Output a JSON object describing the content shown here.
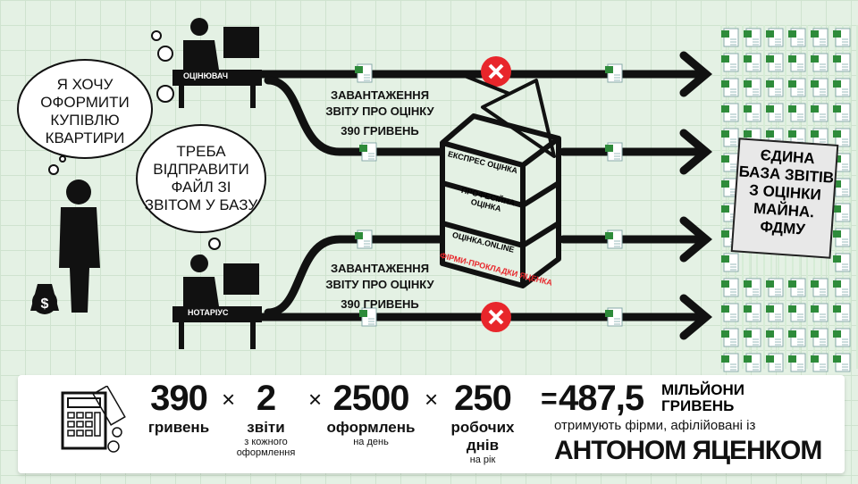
{
  "bubbles": {
    "client": "Я ХОЧУ ОФОРМИТИ КУПІВЛЮ КВАРТИРИ",
    "thought": "ТРЕБА ВІДПРАВИТИ ФАЙЛ ЗІ ЗВІТОМ У БАЗУ"
  },
  "roles": {
    "appraiser": "ОЦІНЮВАЧ",
    "notary": "НОТАРІУС"
  },
  "upload_caption": {
    "line1": "ЗАВАНТАЖЕННЯ",
    "line2": "ЗВІТУ ПРО ОЦІНКУ",
    "price": "390 ГРИВЕНЬ"
  },
  "box": {
    "layers": [
      "ЕКСПРЕС ОЦІНКА",
      "ПРОФЕСІЙНА ОЦІНКА",
      "ОЦІНКА.ONLINE"
    ],
    "caption": "ФІРМИ-ПРОКЛАДКИ ЯЦЕНКА"
  },
  "database": "ЄДИНА БАЗА ЗВІТІВ З ОЦІНКИ МАЙНА. ФДМУ",
  "formula": {
    "terms": [
      {
        "value": "390",
        "label": "гривень",
        "sub": ""
      },
      {
        "value": "2",
        "label": "звіти",
        "sub": "з кожного оформлення"
      },
      {
        "value": "2500",
        "label": "оформлень",
        "sub": "на день"
      },
      {
        "value": "250",
        "label": "робочих днів",
        "sub": "на рік"
      }
    ],
    "times": "×",
    "equals": "=",
    "result": "487,5",
    "result_unit1": "МІЛЬЙОНИ",
    "result_unit2": "ГРИВЕНЬ",
    "result_desc": "отримують фірми, афілійовані із",
    "result_name": "АНТОНОМ ЯЦЕНКОМ"
  },
  "colors": {
    "red": "#e8262b",
    "excel": "#2e8b3a",
    "ink": "#111111"
  }
}
